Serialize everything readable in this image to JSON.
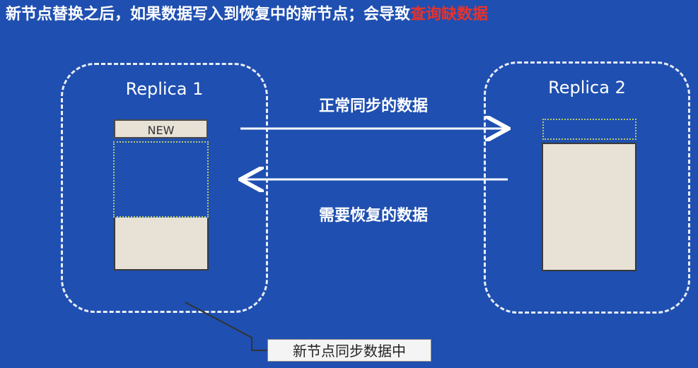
{
  "headline": {
    "prefix": "新节点替换之后，如果数据写入到恢复中的新节点；会导致",
    "highlight": "查询缺数据",
    "highlight_color": "#e8322a"
  },
  "replicas": [
    {
      "title": "Replica 1"
    },
    {
      "title": "Replica 2"
    }
  ],
  "blocks": {
    "new_label": "NEW"
  },
  "arrows": {
    "sync_label": "正常同步的数据",
    "recover_label": "需要恢复的数据"
  },
  "callout": {
    "text": "新节点同步数据中"
  },
  "colors": {
    "background": "#1f4fb0",
    "block_fill": "#e7e1d6",
    "dotted_outline": "#b9c96b"
  }
}
